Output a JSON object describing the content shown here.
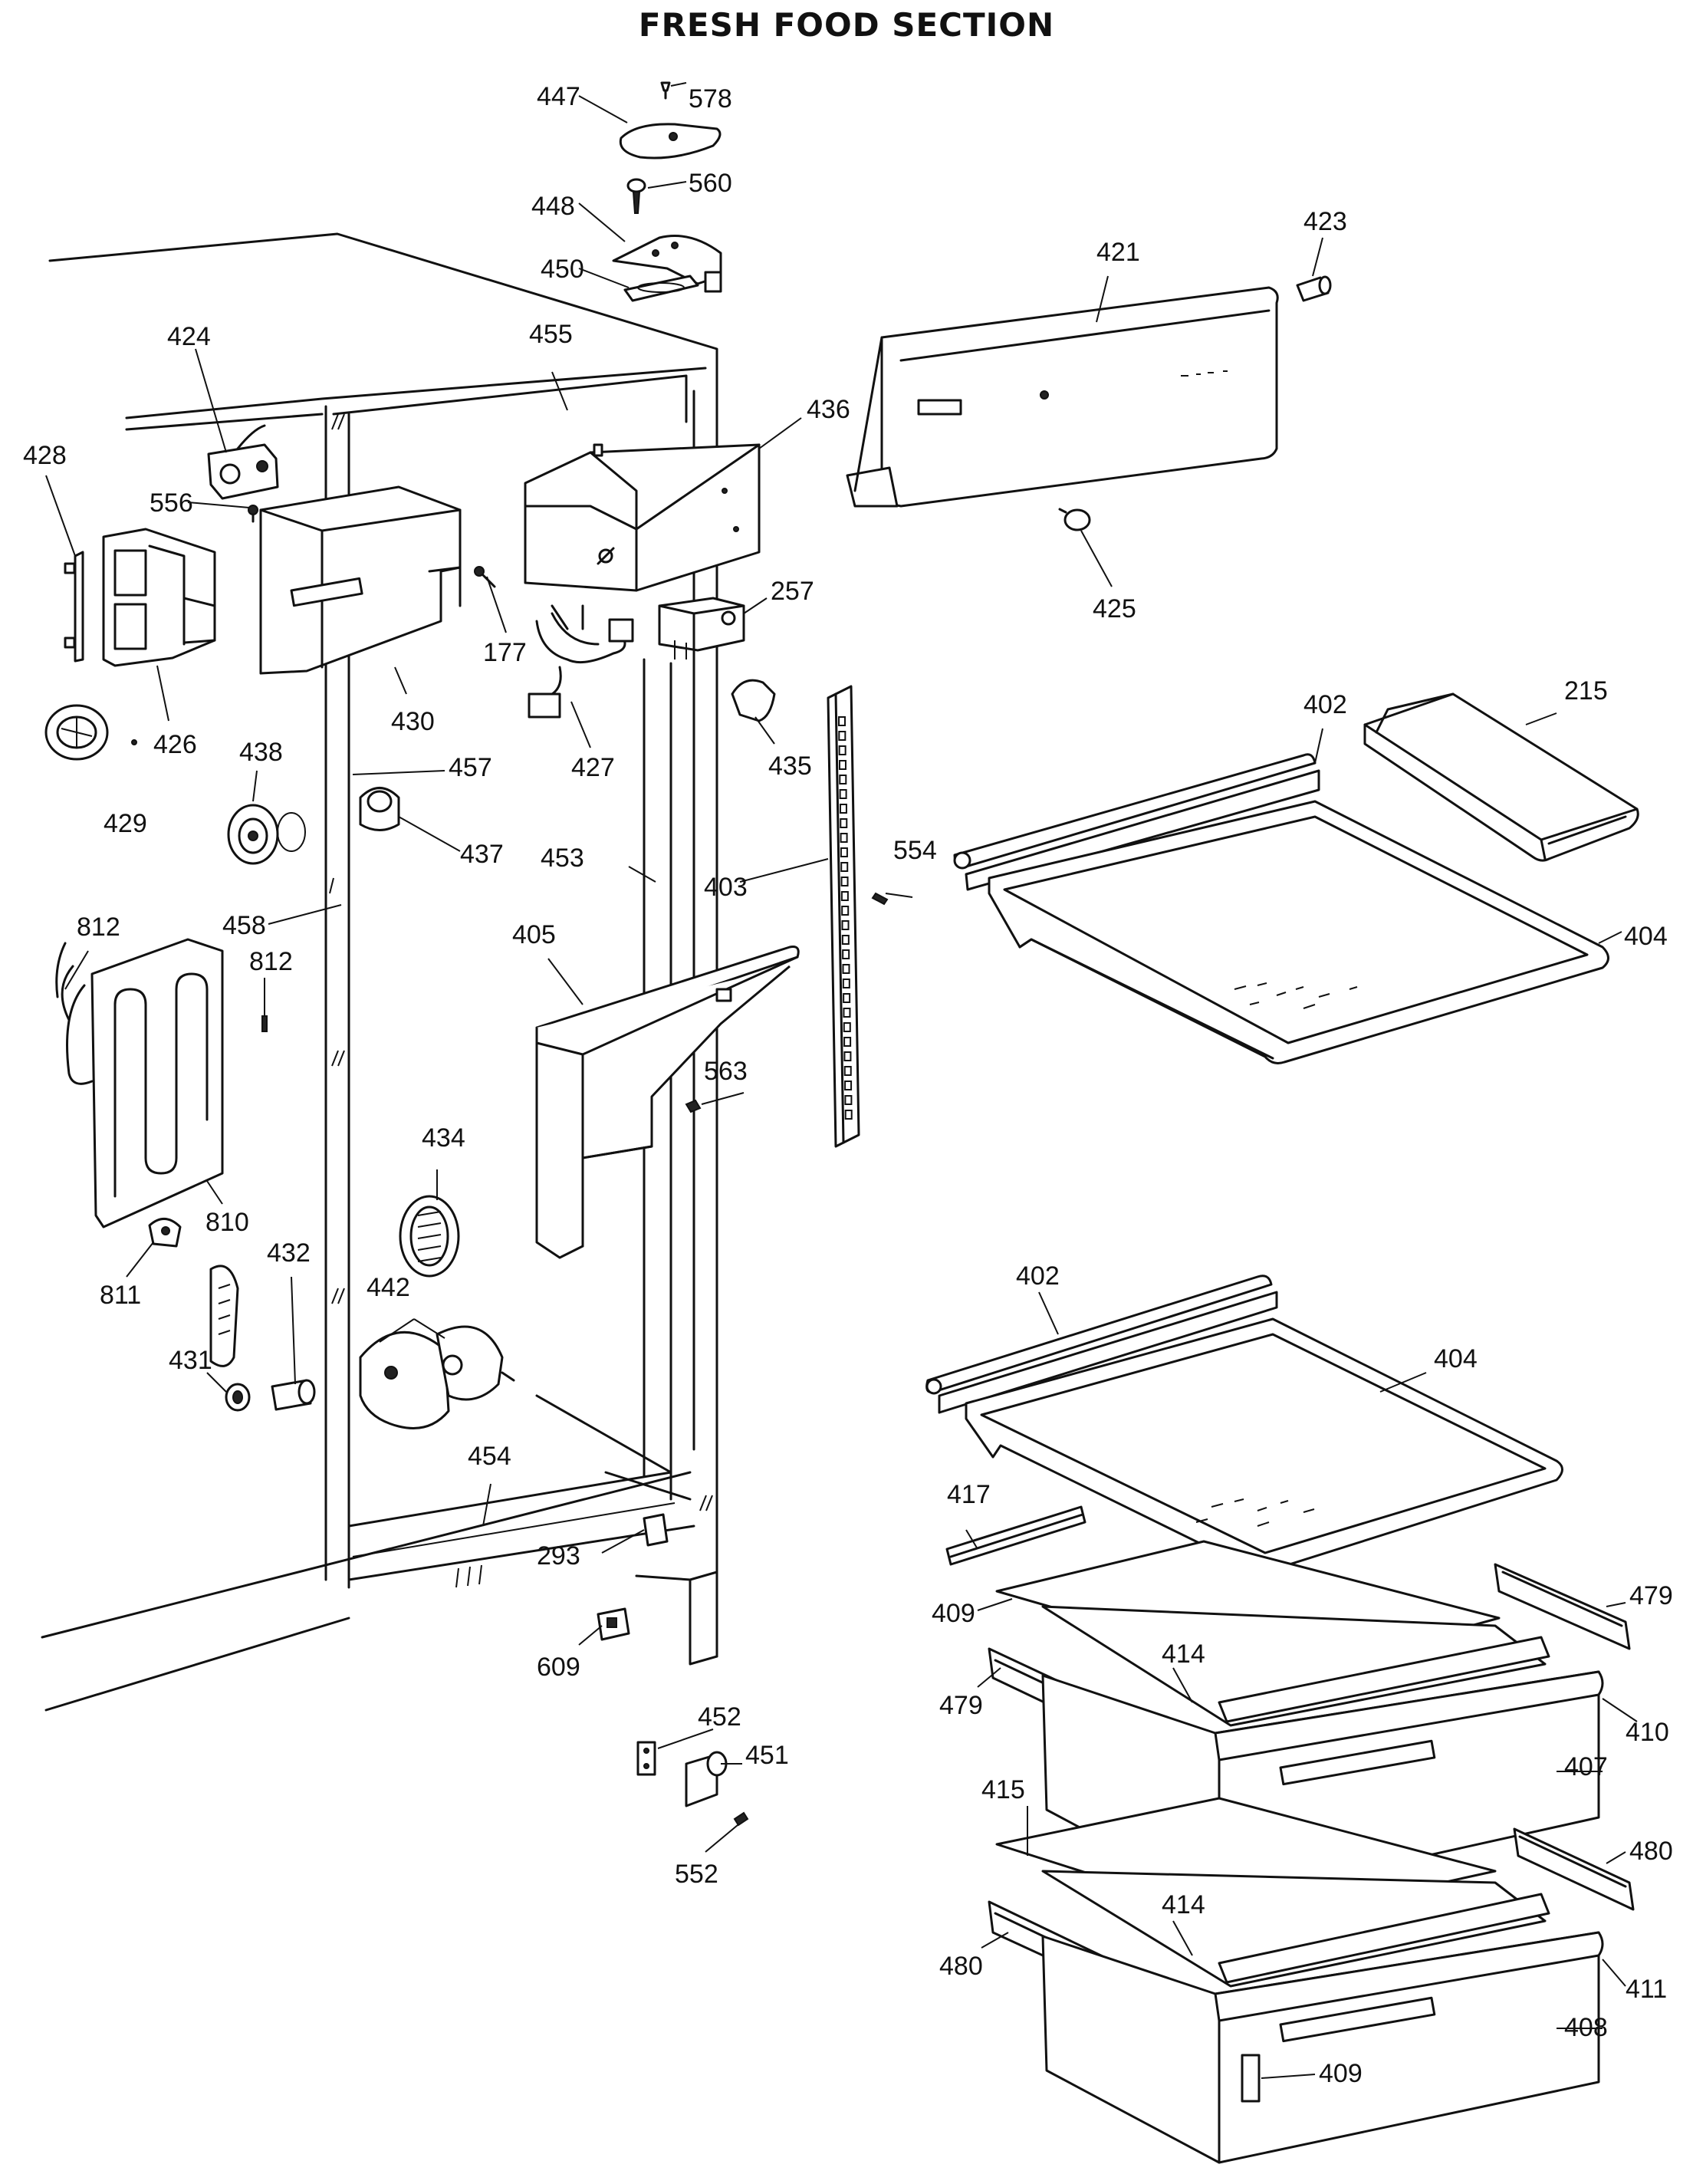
{
  "title": "FRESH FOOD SECTION",
  "callouts": [
    {
      "id": "c447",
      "text": "447"
    },
    {
      "id": "c578",
      "text": "578"
    },
    {
      "id": "c560",
      "text": "560"
    },
    {
      "id": "c448",
      "text": "448"
    },
    {
      "id": "c450",
      "text": "450"
    },
    {
      "id": "c421",
      "text": "421"
    },
    {
      "id": "c423",
      "text": "423"
    },
    {
      "id": "c424",
      "text": "424"
    },
    {
      "id": "c455",
      "text": "455"
    },
    {
      "id": "c436",
      "text": "436"
    },
    {
      "id": "c428",
      "text": "428"
    },
    {
      "id": "c556",
      "text": "556"
    },
    {
      "id": "c425",
      "text": "425"
    },
    {
      "id": "c257",
      "text": "257"
    },
    {
      "id": "c177",
      "text": "177"
    },
    {
      "id": "c426",
      "text": "426"
    },
    {
      "id": "c430",
      "text": "430"
    },
    {
      "id": "c427",
      "text": "427"
    },
    {
      "id": "c435",
      "text": "435"
    },
    {
      "id": "c402a",
      "text": "402"
    },
    {
      "id": "c215",
      "text": "215"
    },
    {
      "id": "c438",
      "text": "438"
    },
    {
      "id": "c457",
      "text": "457"
    },
    {
      "id": "c429",
      "text": "429"
    },
    {
      "id": "c437",
      "text": "437"
    },
    {
      "id": "c453",
      "text": "453"
    },
    {
      "id": "c403",
      "text": "403"
    },
    {
      "id": "c554",
      "text": "554"
    },
    {
      "id": "c404a",
      "text": "404"
    },
    {
      "id": "c812a",
      "text": "812"
    },
    {
      "id": "c458",
      "text": "458"
    },
    {
      "id": "c405",
      "text": "405"
    },
    {
      "id": "c812b",
      "text": "812"
    },
    {
      "id": "c563",
      "text": "563"
    },
    {
      "id": "c434",
      "text": "434"
    },
    {
      "id": "c810",
      "text": "810"
    },
    {
      "id": "c811",
      "text": "811"
    },
    {
      "id": "c432",
      "text": "432"
    },
    {
      "id": "c442",
      "text": "442"
    },
    {
      "id": "c402b",
      "text": "402"
    },
    {
      "id": "c404b",
      "text": "404"
    },
    {
      "id": "c431",
      "text": "431"
    },
    {
      "id": "c454",
      "text": "454"
    },
    {
      "id": "c417",
      "text": "417"
    },
    {
      "id": "c293",
      "text": "293"
    },
    {
      "id": "c409a",
      "text": "409"
    },
    {
      "id": "c479a",
      "text": "479"
    },
    {
      "id": "c609",
      "text": "609"
    },
    {
      "id": "c414a",
      "text": "414"
    },
    {
      "id": "c479b",
      "text": "479"
    },
    {
      "id": "c410",
      "text": "410"
    },
    {
      "id": "c452",
      "text": "452"
    },
    {
      "id": "c451",
      "text": "451"
    },
    {
      "id": "c407",
      "text": "407"
    },
    {
      "id": "c415",
      "text": "415"
    },
    {
      "id": "c552",
      "text": "552"
    },
    {
      "id": "c480a",
      "text": "480"
    },
    {
      "id": "c414b",
      "text": "414"
    },
    {
      "id": "c480b",
      "text": "480"
    },
    {
      "id": "c411",
      "text": "411"
    },
    {
      "id": "c408",
      "text": "408"
    },
    {
      "id": "c409b",
      "text": "409"
    }
  ]
}
